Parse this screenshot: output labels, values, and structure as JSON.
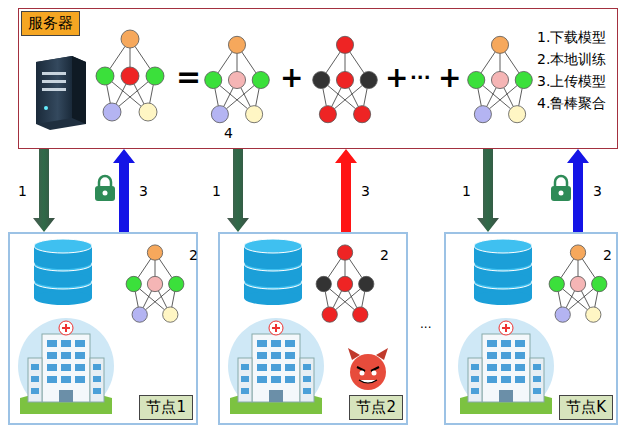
{
  "diagram": {
    "nodes": [
      {
        "text": [
          "服务器"
        ]
      },
      {
        "text": [
          "节点1"
        ]
      },
      {
        "text": [
          "节点2"
        ]
      },
      {
        "text": [
          "节点K"
        ]
      }
    ],
    "edges": [
      {
        "from": 0,
        "to": 1,
        "arrow": "to",
        "label": "1"
      },
      {
        "from": 1,
        "to": 0,
        "arrow": "to",
        "label": "3"
      },
      {
        "from": 0,
        "to": 2,
        "arrow": "to",
        "label": "1"
      },
      {
        "from": 2,
        "to": 0,
        "arrow": "to",
        "label": "3"
      },
      {
        "from": 0,
        "to": 3,
        "arrow": "to",
        "label": "1"
      },
      {
        "from": 3,
        "to": 0,
        "arrow": "to",
        "label": "3"
      }
    ],
    "labels": [
      "1.下载模型",
      "2.本地训练",
      "3.上传模型",
      "4.鲁棒聚合",
      "=",
      "+",
      "+",
      "···",
      "+",
      "4",
      "2",
      "2",
      "2",
      "..."
    ]
  }
}
